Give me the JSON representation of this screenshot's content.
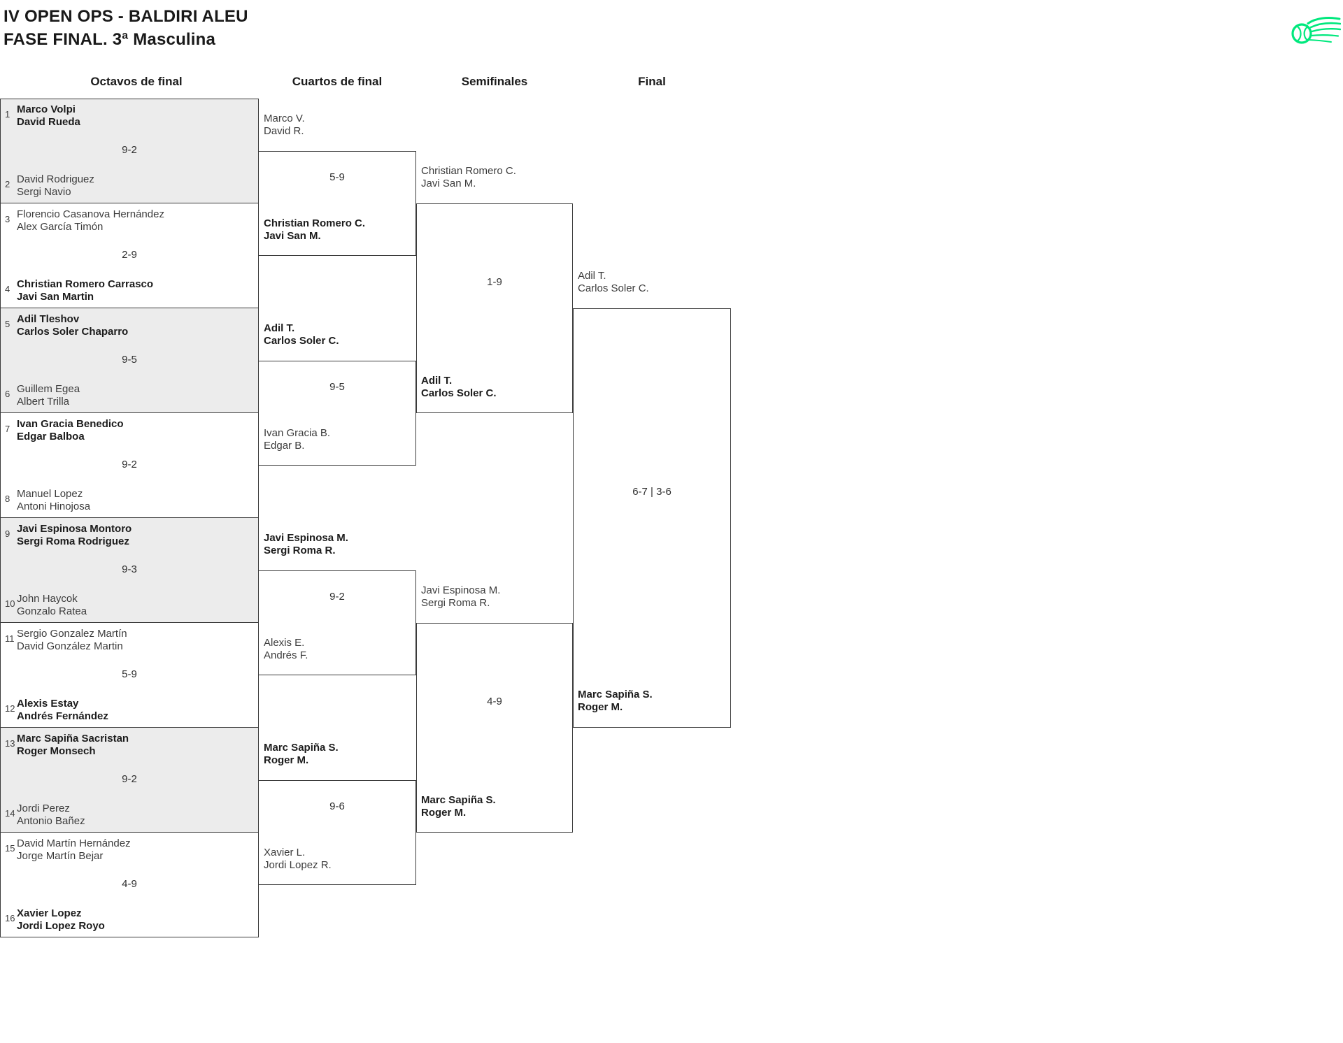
{
  "header": {
    "title_line1": "IV OPEN OPS - BALDIRI ALEU",
    "title_line2": "FASE FINAL. 3ª Masculina"
  },
  "columns": [
    "Octavos de final",
    "Cuartos de final",
    "Semifinales",
    "Final"
  ],
  "colors": {
    "logo_green": "#00E87D",
    "shaded_match_bg": "#ECECEC",
    "border": "#3B3B3B"
  },
  "bracket": {
    "round_of_16": [
      {
        "score": "9-2",
        "shaded": true,
        "teams": [
          {
            "seed": "1",
            "players": [
              "Marco Volpi",
              "David Rueda"
            ],
            "winner": true
          },
          {
            "seed": "2",
            "players": [
              "David Rodriguez",
              "Sergi Navio"
            ],
            "winner": false
          }
        ]
      },
      {
        "score": "2-9",
        "shaded": false,
        "teams": [
          {
            "seed": "3",
            "players": [
              "Florencio Casanova Hernández",
              "Alex García Timón"
            ],
            "winner": false
          },
          {
            "seed": "4",
            "players": [
              "Christian Romero Carrasco",
              "Javi San Martin"
            ],
            "winner": true
          }
        ]
      },
      {
        "score": "9-5",
        "shaded": true,
        "teams": [
          {
            "seed": "5",
            "players": [
              "Adil Tleshov",
              "Carlos Soler Chaparro"
            ],
            "winner": true
          },
          {
            "seed": "6",
            "players": [
              "Guillem Egea",
              "Albert Trilla"
            ],
            "winner": false
          }
        ]
      },
      {
        "score": "9-2",
        "shaded": false,
        "teams": [
          {
            "seed": "7",
            "players": [
              "Ivan Gracia Benedico",
              "Edgar Balboa"
            ],
            "winner": true
          },
          {
            "seed": "8",
            "players": [
              "Manuel Lopez",
              "Antoni Hinojosa"
            ],
            "winner": false
          }
        ]
      },
      {
        "score": "9-3",
        "shaded": true,
        "teams": [
          {
            "seed": "9",
            "players": [
              "Javi Espinosa Montoro",
              "Sergi Roma Rodriguez"
            ],
            "winner": true
          },
          {
            "seed": "10",
            "players": [
              "John Haycok",
              "Gonzalo Ratea"
            ],
            "winner": false
          }
        ]
      },
      {
        "score": "5-9",
        "shaded": false,
        "teams": [
          {
            "seed": "11",
            "players": [
              "Sergio Gonzalez Martín",
              "David González Martin"
            ],
            "winner": false
          },
          {
            "seed": "12",
            "players": [
              "Alexis Estay",
              "Andrés Fernández"
            ],
            "winner": true
          }
        ]
      },
      {
        "score": "9-2",
        "shaded": true,
        "teams": [
          {
            "seed": "13",
            "players": [
              "Marc Sapiña Sacristan",
              "Roger Monsech"
            ],
            "winner": true
          },
          {
            "seed": "14",
            "players": [
              "Jordi Perez",
              "Antonio Bañez"
            ],
            "winner": false
          }
        ]
      },
      {
        "score": "4-9",
        "shaded": false,
        "teams": [
          {
            "seed": "15",
            "players": [
              "David Martín Hernández",
              "Jorge Martín Bejar"
            ],
            "winner": false
          },
          {
            "seed": "16",
            "players": [
              "Xavier Lopez",
              "Jordi Lopez Royo"
            ],
            "winner": true
          }
        ]
      }
    ],
    "quarterfinals": [
      {
        "score": "5-9",
        "teams": [
          {
            "players": [
              "Marco V.",
              "David R."
            ],
            "winner": false
          },
          {
            "players": [
              "Christian Romero C.",
              "Javi San M."
            ],
            "winner": true
          }
        ]
      },
      {
        "score": "9-5",
        "teams": [
          {
            "players": [
              "Adil T.",
              "Carlos Soler C."
            ],
            "winner": true
          },
          {
            "players": [
              "Ivan Gracia B.",
              "Edgar B."
            ],
            "winner": false
          }
        ]
      },
      {
        "score": "9-2",
        "teams": [
          {
            "players": [
              "Javi Espinosa M.",
              "Sergi Roma R."
            ],
            "winner": true
          },
          {
            "players": [
              "Alexis E.",
              "Andrés F."
            ],
            "winner": false
          }
        ]
      },
      {
        "score": "9-6",
        "teams": [
          {
            "players": [
              "Marc Sapiña S.",
              "Roger M."
            ],
            "winner": true
          },
          {
            "players": [
              "Xavier L.",
              "Jordi Lopez R."
            ],
            "winner": false
          }
        ]
      }
    ],
    "semifinals": [
      {
        "score": "1-9",
        "teams": [
          {
            "players": [
              "Christian Romero C.",
              "Javi San M."
            ],
            "winner": false
          },
          {
            "players": [
              "Adil T.",
              "Carlos Soler C."
            ],
            "winner": true
          }
        ]
      },
      {
        "score": "4-9",
        "teams": [
          {
            "players": [
              "Javi Espinosa M.",
              "Sergi Roma R."
            ],
            "winner": false
          },
          {
            "players": [
              "Marc Sapiña S.",
              "Roger M."
            ],
            "winner": true
          }
        ]
      }
    ],
    "final": [
      {
        "score": "6-7 | 3-6",
        "teams": [
          {
            "players": [
              "Adil T.",
              "Carlos Soler C."
            ],
            "winner": false
          },
          {
            "players": [
              "Marc Sapiña S.",
              "Roger M."
            ],
            "winner": true
          }
        ]
      }
    ]
  }
}
